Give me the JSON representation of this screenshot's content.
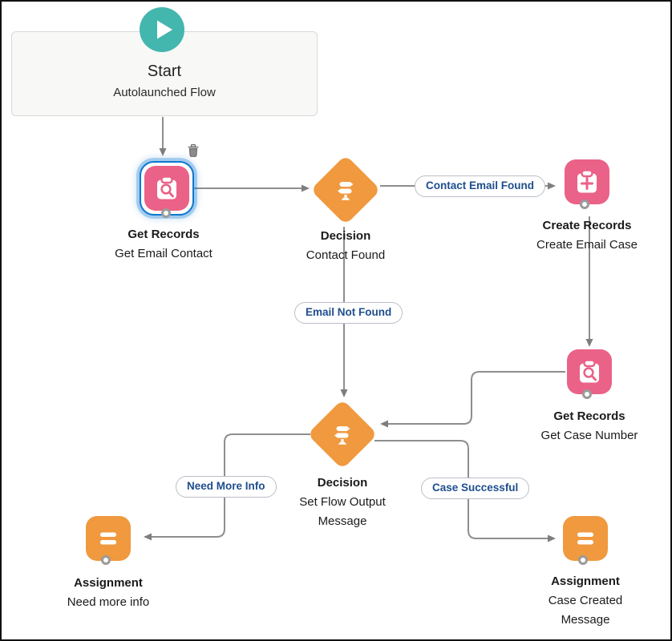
{
  "colors": {
    "node_pink": "#ea6287",
    "node_orange": "#f0993f",
    "start_teal": "#43b6ae",
    "selection_blue": "#0b77d0",
    "connector_gray": "#8e8e8e",
    "arrow_gray": "#7e7e7e",
    "pill_text_blue": "#1e4e8d",
    "pill_border": "#b9bfc7",
    "label_dark": "#1a1a1a"
  },
  "start": {
    "title": "Start",
    "subtitle": "Autolaunched Flow",
    "icon": "play-icon"
  },
  "nodes": {
    "getEmailContact": {
      "type": "Get Records",
      "label": "Get Email Contact",
      "icon": "get-records-search-icon",
      "selected": true
    },
    "contactFound": {
      "type": "Decision",
      "label": "Contact Found",
      "icon": "decision-signpost-icon"
    },
    "createEmailCase": {
      "type": "Create Records",
      "label": "Create Email Case",
      "icon": "create-records-plus-icon"
    },
    "getCaseNumber": {
      "type": "Get Records",
      "label": "Get Case Number",
      "icon": "get-records-search-icon"
    },
    "setFlowOutputMessage": {
      "type": "Decision",
      "label": "Set Flow Output Message",
      "icon": "decision-signpost-icon"
    },
    "needMoreInfo": {
      "type": "Assignment",
      "label": "Need more info",
      "icon": "assignment-icon"
    },
    "caseCreatedMessage": {
      "type": "Assignment",
      "label": "Case Created Message",
      "icon": "assignment-icon"
    }
  },
  "connectors": {
    "contactEmailFound": "Contact Email Found",
    "emailNotFound": "Email Not Found",
    "needMoreInfo": "Need More Info",
    "caseSuccessful": "Case Successful"
  }
}
